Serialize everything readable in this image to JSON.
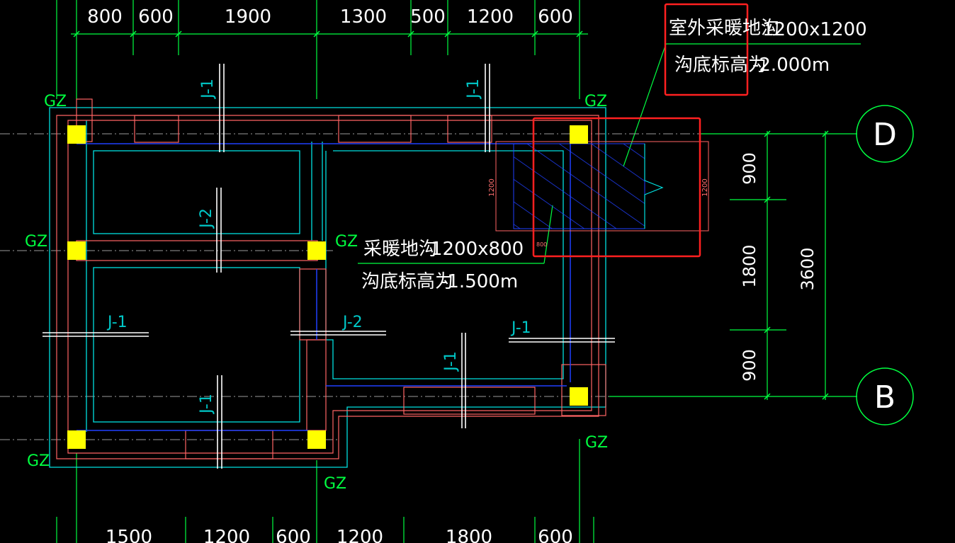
{
  "top_dims": [
    "800",
    "600",
    "1900",
    "1300",
    "500",
    "1200",
    "600"
  ],
  "bottom_dims": [
    "1500",
    "1200",
    "600",
    "1200",
    "1800",
    "600"
  ],
  "right_dims": {
    "d1": "900",
    "d2": "1800",
    "d3": "900",
    "total": "3600"
  },
  "axis": {
    "top": "D",
    "bottom": "B"
  },
  "column_tag": "GZ",
  "beam_labels": {
    "j1": "J-1",
    "j2": "J-2"
  },
  "outdoor_trench": {
    "title": "室外采暖地沟",
    "size": "1200x1200",
    "elev_label": "沟底标高为",
    "elev": "-2.000m"
  },
  "indoor_trench": {
    "title": "采暖地沟",
    "size": "1200x800",
    "elev_label": "沟底标高为",
    "elev": "-1.500m"
  },
  "small_dims": {
    "w1200": "1200",
    "w800": "800"
  },
  "colors": {
    "background": "#000000",
    "grid": "#00ff40",
    "wall": "#ff6464",
    "inner": "#00e0e0",
    "trench": "#2040ff",
    "column": "#ffff00",
    "highlight": "#ff2020",
    "text": "#ffffff"
  }
}
